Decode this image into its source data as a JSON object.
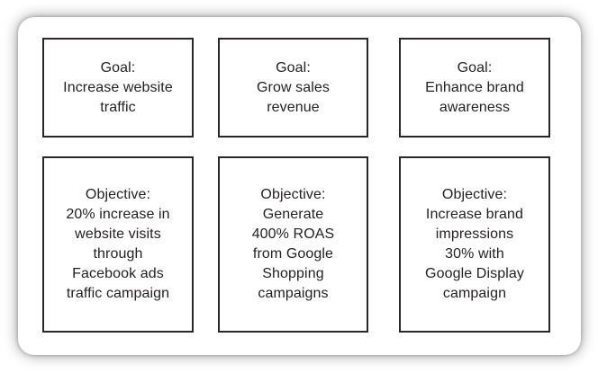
{
  "colors": {
    "page_background": "#ffffff",
    "card_background": "#ffffff",
    "box_border": "#2b2728",
    "text": "#231f20",
    "card_shadow": "#9a9a9a"
  },
  "diagram": {
    "goal_boxes": [
      {
        "lines": [
          "Goal:",
          "Increase website",
          "traffic"
        ]
      },
      {
        "lines": [
          "Goal:",
          "Grow sales",
          "revenue"
        ]
      },
      {
        "lines": [
          "Goal:",
          "Enhance brand",
          "awareness"
        ]
      }
    ],
    "objective_boxes": [
      {
        "lines": [
          "Objective:",
          "20% increase in",
          "website visits",
          "through",
          "Facebook ads",
          "traffic campaign"
        ]
      },
      {
        "lines": [
          "Objective:",
          "Generate",
          "400% ROAS",
          "from Google",
          "Shopping",
          "campaigns"
        ]
      },
      {
        "lines": [
          "Objective:",
          "Increase brand",
          "impressions",
          "30% with",
          "Google Display",
          "campaign"
        ]
      }
    ]
  }
}
